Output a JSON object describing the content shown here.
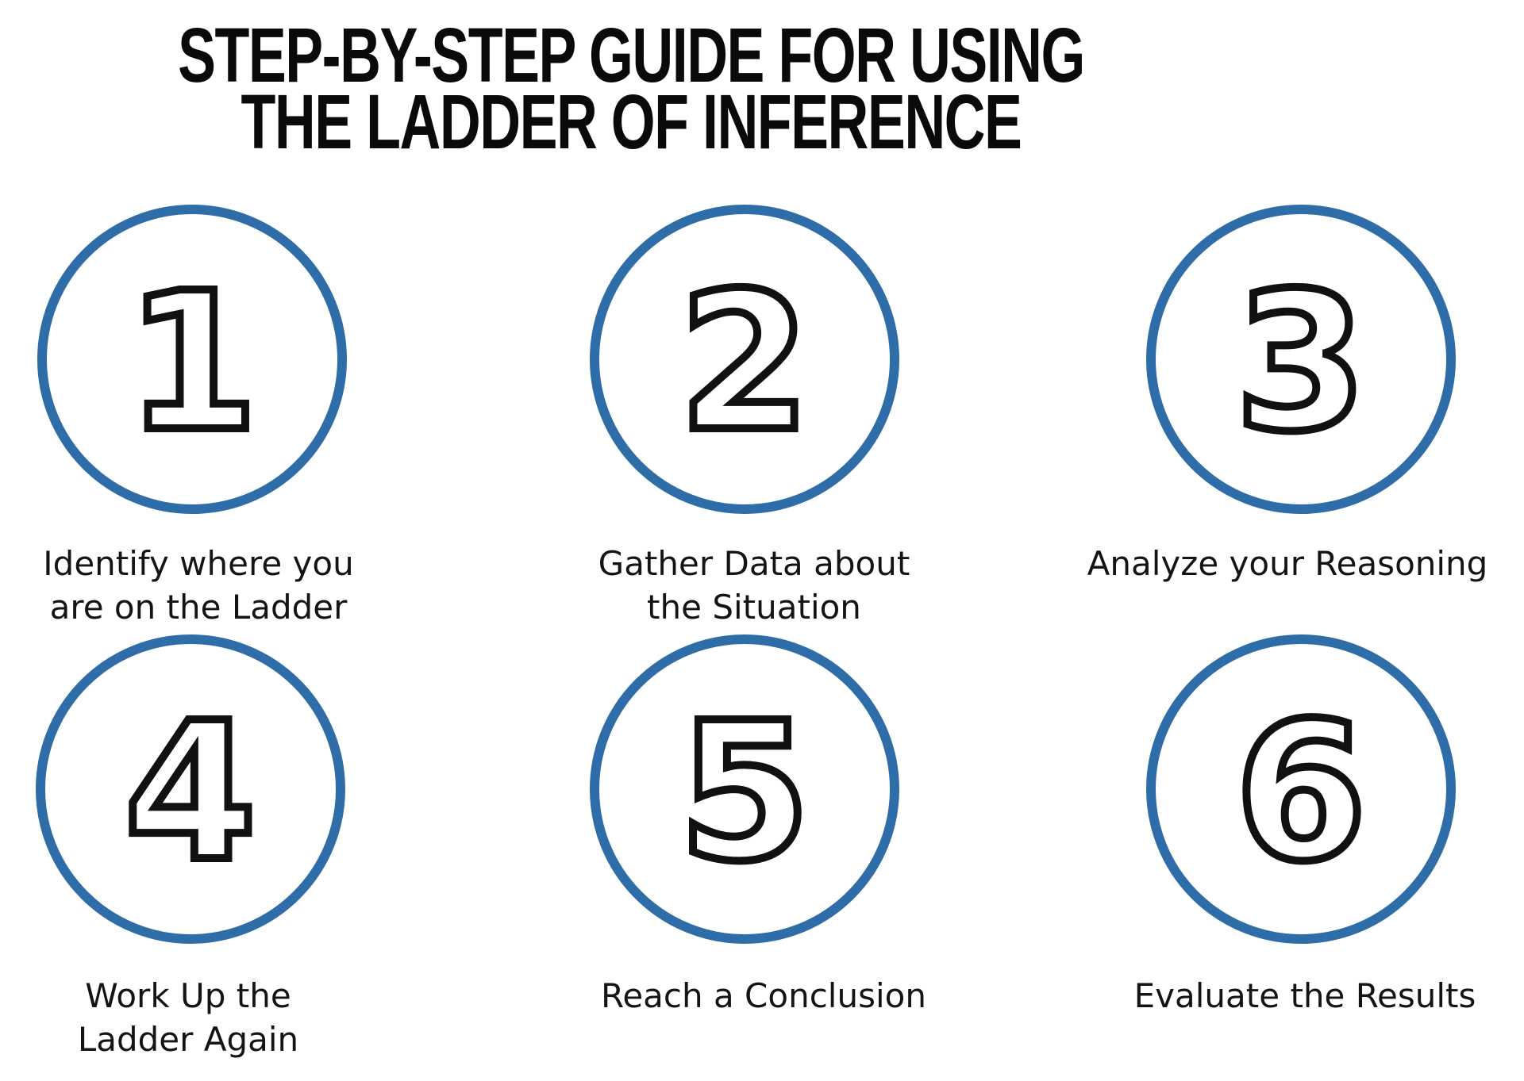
{
  "title": {
    "line1": "STEP-BY-STEP GUIDE FOR USING",
    "line2": "THE LADDER OF INFERENCE"
  },
  "steps": [
    {
      "number": "1",
      "lines": [
        "Identify where you",
        "are on the Ladder"
      ]
    },
    {
      "number": "2",
      "lines": [
        "Gather Data about",
        "the Situation"
      ]
    },
    {
      "number": "3",
      "lines": [
        "Analyze your Reasoning"
      ]
    },
    {
      "number": "4",
      "lines": [
        "Work Up the",
        "Ladder Again"
      ]
    },
    {
      "number": "5",
      "lines": [
        "Reach a Conclusion"
      ]
    },
    {
      "number": "6",
      "lines": [
        "Evaluate the Results"
      ]
    }
  ],
  "colors": {
    "circle_stroke": "#2e6da7",
    "number_stroke": "#111111",
    "number_fill": "#ffffff",
    "title_text": "#0a0a0a",
    "label_text": "#141414",
    "background": "#ffffff"
  }
}
